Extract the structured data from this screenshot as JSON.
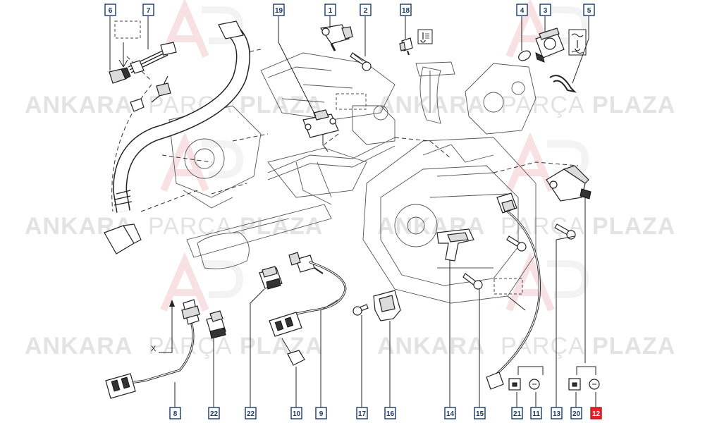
{
  "watermark": {
    "word_a": "ANKARA",
    "word_b": "PARÇA",
    "word_c": "PLAZA"
  },
  "highlight_color": "#e8202a",
  "callout_color": "#1a3a6b",
  "highlighted_part": "12",
  "callouts": [
    {
      "id": "c6",
      "label": "6"
    },
    {
      "id": "c7",
      "label": "7"
    },
    {
      "id": "c19",
      "label": "19"
    },
    {
      "id": "c1",
      "label": "1"
    },
    {
      "id": "c2",
      "label": "2"
    },
    {
      "id": "c18",
      "label": "18"
    },
    {
      "id": "c4",
      "label": "4"
    },
    {
      "id": "c3",
      "label": "3"
    },
    {
      "id": "c5",
      "label": "5"
    },
    {
      "id": "c8",
      "label": "8"
    },
    {
      "id": "c22a",
      "label": "22"
    },
    {
      "id": "c22b",
      "label": "22"
    },
    {
      "id": "c10",
      "label": "10"
    },
    {
      "id": "c9",
      "label": "9"
    },
    {
      "id": "c17",
      "label": "17"
    },
    {
      "id": "c16",
      "label": "16"
    },
    {
      "id": "c14",
      "label": "14"
    },
    {
      "id": "c15",
      "label": "15"
    },
    {
      "id": "c21",
      "label": "21"
    },
    {
      "id": "c11",
      "label": "11"
    },
    {
      "id": "c13",
      "label": "13"
    },
    {
      "id": "c20",
      "label": "20"
    },
    {
      "id": "c12",
      "label": "12"
    }
  ],
  "annotations": {
    "x_mark": "X"
  }
}
